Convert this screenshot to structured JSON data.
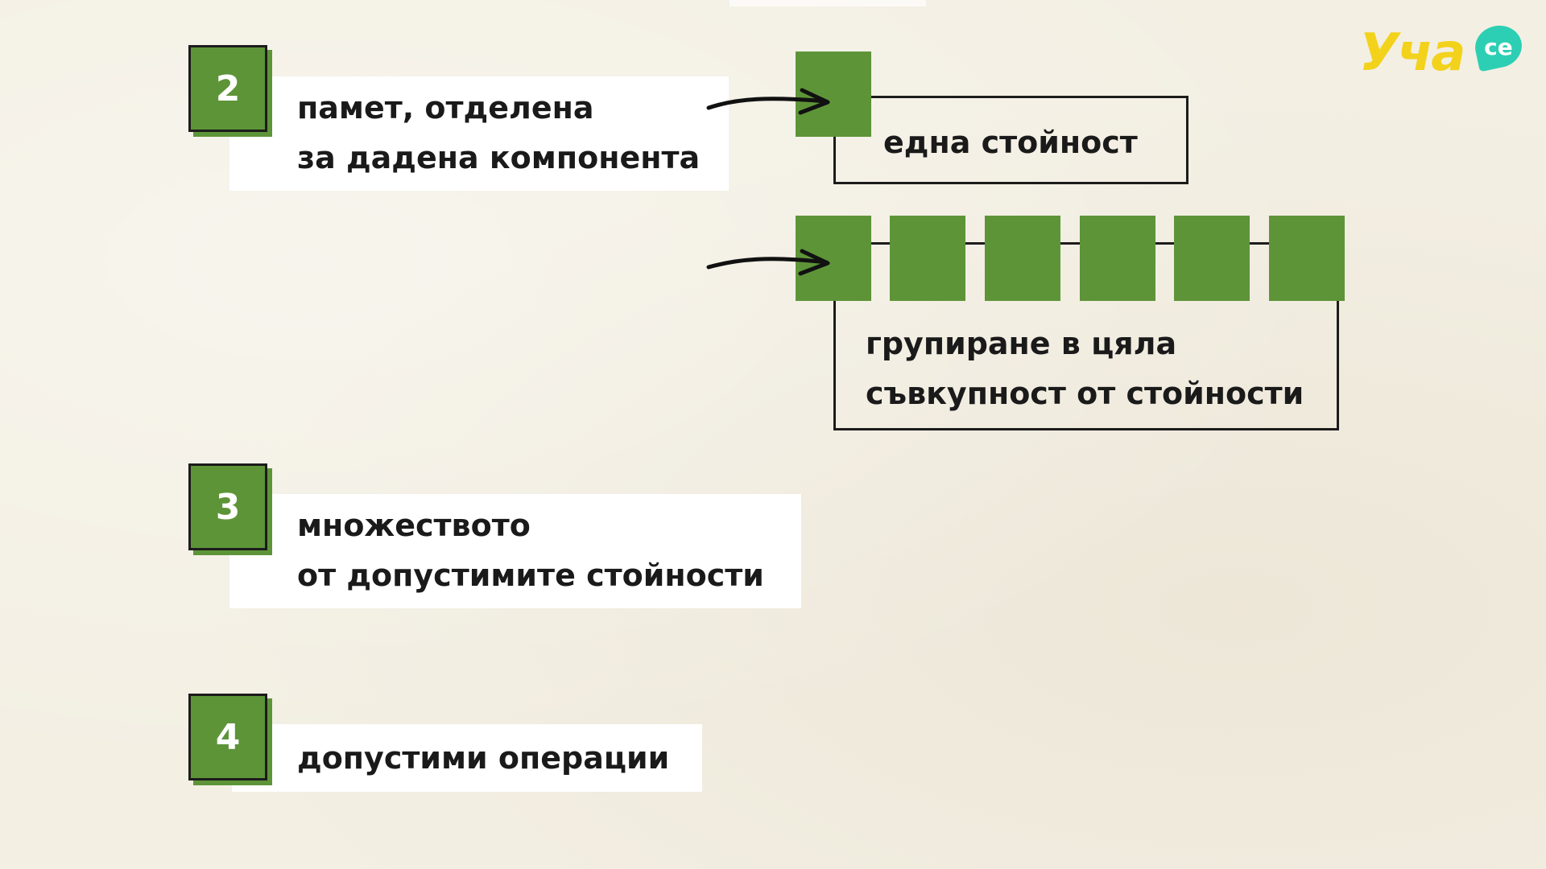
{
  "items": [
    {
      "number": "2",
      "lines": [
        "памет, отделена",
        "за дадена компонента"
      ]
    },
    {
      "number": "3",
      "lines": [
        "множеството",
        "от допустимите стойности"
      ]
    },
    {
      "number": "4",
      "lines": [
        "допустими операции"
      ]
    }
  ],
  "single_value_box": {
    "label": "една стойност"
  },
  "group_box": {
    "lines": [
      "групиране в цяла",
      "съвкупност от стойности"
    ]
  },
  "logo": {
    "text": "Уча",
    "bubble": "се"
  },
  "colors": {
    "green": "#5e9438",
    "background": "#f3efe3",
    "logo_yellow": "#f2d21b",
    "logo_teal": "#2ccfb3"
  }
}
